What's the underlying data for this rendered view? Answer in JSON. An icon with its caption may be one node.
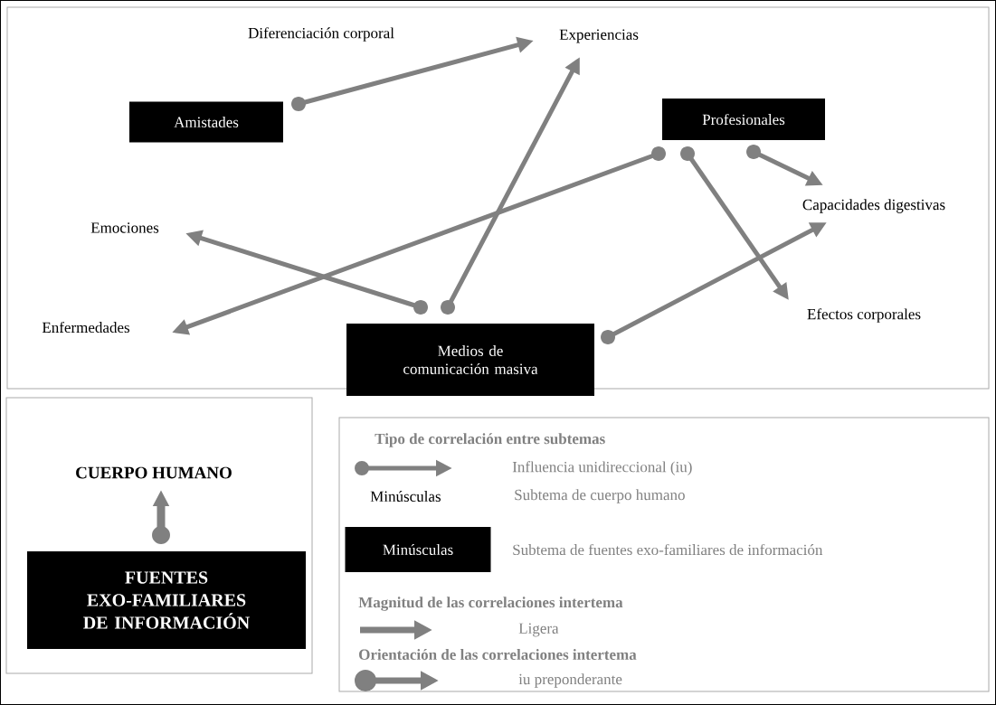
{
  "diagram": {
    "nodes": [
      {
        "text": [
          "Experiencias"
        ]
      },
      {
        "text": [
          "Amistades"
        ]
      },
      {
        "text": [
          "Profesionales"
        ]
      },
      {
        "text": [
          "Emociones"
        ]
      },
      {
        "text": [
          "Capacidades digestivas"
        ]
      },
      {
        "text": [
          "Enfermedades"
        ]
      },
      {
        "text": [
          "Efectos corporales"
        ]
      },
      {
        "text": [
          "Medios de comunicación masiva"
        ]
      },
      {
        "text": [
          "CUERPO HUMANO"
        ]
      },
      {
        "text": [
          "FUENTES EXO-FAMILIARES DE INFORMACIÓN"
        ]
      },
      {
        "text": [
          "Minúsculas"
        ]
      }
    ],
    "edges": [
      {
        "from": 1,
        "to": 0,
        "arrow": "to"
      },
      {
        "from": 7,
        "to": 0,
        "arrow": "to"
      },
      {
        "from": 7,
        "to": 3,
        "arrow": "to"
      },
      {
        "from": 2,
        "to": 5,
        "arrow": "to"
      },
      {
        "from": 2,
        "to": 6,
        "arrow": "to"
      },
      {
        "from": 2,
        "to": 4,
        "arrow": "to"
      },
      {
        "from": 7,
        "to": 4,
        "arrow": "to"
      },
      {
        "from": 9,
        "to": 8,
        "arrow": "to",
        "style": "thick"
      }
    ],
    "labels": [
      "Diferenciación corporal",
      "Tipo de correlación entre subtemas",
      "Minúsculas",
      "Magnitud de las correlaciones intertema",
      "Orientación de las correlaciones intertema"
    ],
    "legend": [
      {
        "text": "Influencia unidireccional (iu)"
      },
      {
        "text": "Subtema de cuerpo humano"
      },
      {
        "text": "Subtema de fuentes exo-familiares de información"
      },
      {
        "text": "Ligera"
      },
      {
        "text": "iu preponderante"
      }
    ]
  }
}
